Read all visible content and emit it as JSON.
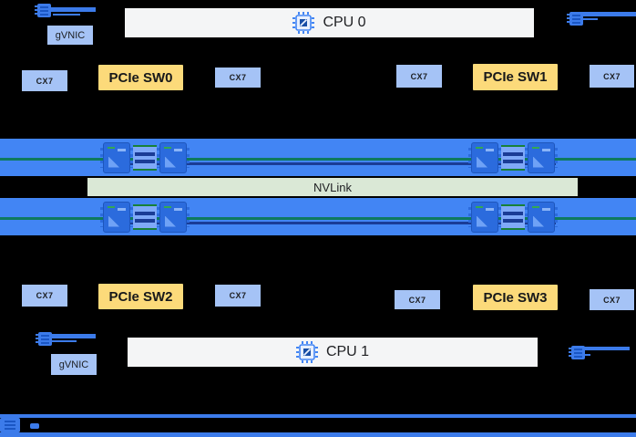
{
  "diagram": {
    "cpu0_label": "CPU 0",
    "cpu1_label": "CPU 1",
    "nvlink_label": "NVLink",
    "gvnic_top_label": "gVNIC",
    "gvnic_bottom_label": "gVNIC",
    "pcie_sw0_label": "PCIe SW0",
    "pcie_sw1_label": "PCIe SW1",
    "pcie_sw2_label": "PCIe SW2",
    "pcie_sw3_label": "PCIe SW3",
    "cx7_labels": [
      "CX7",
      "CX7",
      "CX7",
      "CX7",
      "CX7",
      "CX7",
      "CX7",
      "CX7"
    ]
  },
  "icons": {
    "cpu_icon": "chip-icon",
    "gpu_icon": "gpu-chip-icon",
    "nic_icon": "nic-chip-icon"
  },
  "colors": {
    "background": "#000000",
    "gpu_band": "#4285F4",
    "nvlink_bg": "#DAE8D6",
    "pcie_switch_bg": "#FCDA7A",
    "nic_box_bg": "#A5C3F6",
    "cpu_box_bg": "#F4F5F6",
    "teal_link_line": "#0E7A5F",
    "navy_link_line": "#1A3C96",
    "network_rail": "#3C7BEA"
  }
}
